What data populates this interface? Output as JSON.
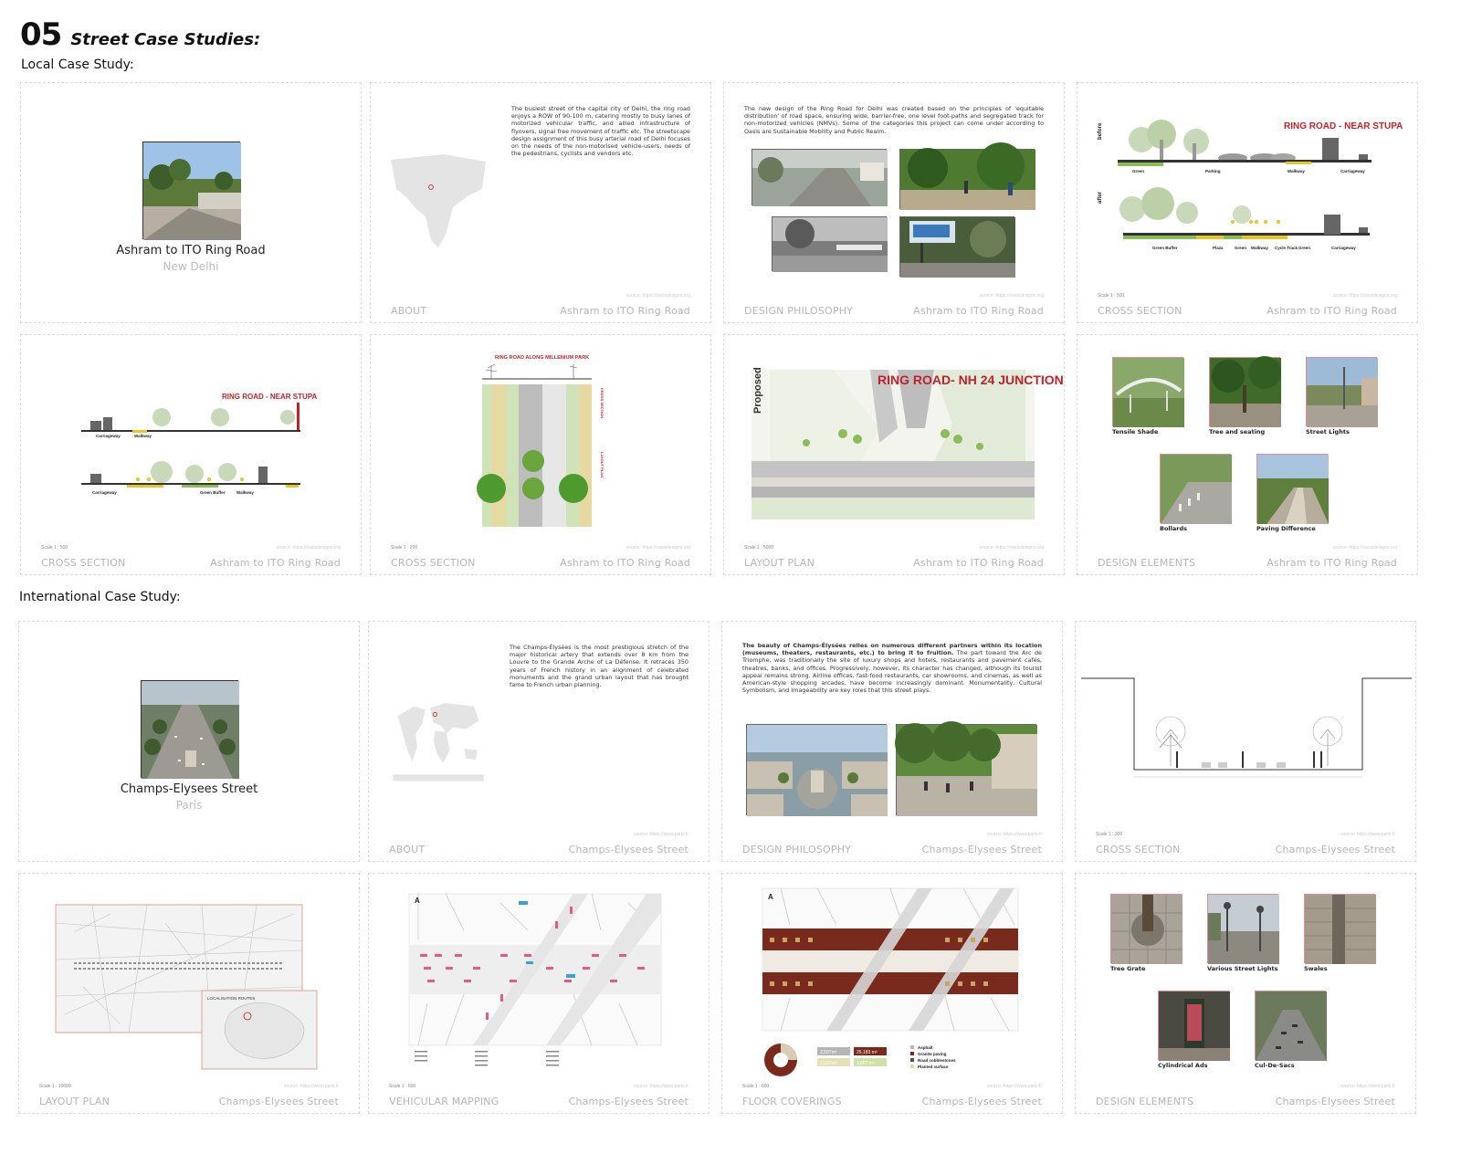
{
  "header": {
    "number": "05",
    "title": "Street Case Studies:"
  },
  "sections": {
    "local": "Local Case Study:",
    "international": "International Case Study:"
  },
  "local": {
    "street": "Ashram to ITO Ring Road",
    "city": "New Delhi",
    "about_label": "ABOUT",
    "about_text": "The busiest street of the capital city of Delhi, the ring road enjoys a ROW of 90-100 m, catering mostly to busy lanes of motorized vehicular traffic, and allied infrastructure of flyovers, signal free movement of traffic etc. The streetscape design assignment of this busy arterial road of Delhi focuses on the needs of the non-motorised vehicle-users, needs of the pedestrians, cyclists and vendors etc.",
    "philosophy_label": "DESIGN PHILOSOPHY",
    "philosophy_text": "The new design of the Ring Road for Delhi was created based on the principles of 'equitable distribution' of road space, ensuring wide, barrier-free, one level foot-paths and segregated track for non-motorized vehicles (NMVs). Some of the categories this project can come under according to Oasis are Sustainable Mobility and Public Realm.",
    "cross_section_label": "CROSS SECTION",
    "layout_plan_label": "LAYOUT PLAN",
    "design_elements_label": "DESIGN ELEMENTS",
    "section1_title": "RING ROAD - NEAR STUPA",
    "section2_title": "RING ROAD - NEAR STUPA",
    "section3_title": "RING ROAD ALONG MILLENIUM PARK",
    "layout_title": "RING ROAD- NH 24 JUNCTION",
    "layout_side": "Proposed",
    "before": "before",
    "after": "after",
    "labels_before": [
      "Green",
      "Parking",
      "Walkway",
      "Carriageway"
    ],
    "labels_after": [
      "Green Buffer",
      "Plaza",
      "Green",
      "Walkway",
      "Cycle Track",
      "Green",
      "Carriageway"
    ],
    "scale_500": "Scale 1 : 500",
    "scale_200": "Scale 1 : 200",
    "scale_5000": "Scale 1 : 5000",
    "source": "source: https://oasisdesigns.org",
    "elements": [
      "Tensile Shade",
      "Tree and seating",
      "Street Lights",
      "Bollards",
      "Paving Difference"
    ]
  },
  "intl": {
    "street": "Champs-Elysees Street",
    "city": "Paris",
    "about_label": "ABOUT",
    "about_text": "The Champs-Élysées is the most prestigious stretch of the major historical artery that extends over 8 km from the Louvre to the Grande Arche of La Défense. It retraces 350 years of French history in an alignment of celebrated monuments and the grand urban layout that has brought fame to French urban planning.",
    "philosophy_label": "DESIGN PHILOSOPHY",
    "philosophy_lead": "The beauty of Champs-Élysées relies on numerous different partners within its location (museums, theaters, restaurants, etc.) to bring it to fruition.",
    "philosophy_text": "The part toward the Arc de Triomphe, was traditionally the site of luxury shops and hotels, restaurants and pavement cafés, theatres, banks, and offices. Progressively, however, its character has changed, although its tourist appeal remains strong. Airline offices, fast-food restaurants, car showrooms, and cinemas, as well as American-style shopping arcades, have become increasingly dominant. Monumentality, Cultural Symbolism, and Imageability are key roles that this street plays.",
    "cross_section_label": "CROSS SECTION",
    "layout_plan_label": "LAYOUT PLAN",
    "vehicular_label": "VEHICULAR MAPPING",
    "floor_label": "FLOOR COVERINGS",
    "design_elements_label": "DESIGN ELEMENTS",
    "scale_300": "Scale 1 : 300",
    "scale_10000": "Scale 1 : 10000",
    "scale_600": "Scale 1 : 600",
    "source": "source: https://www.paris.fr",
    "localisation": "LOCALISATION ROUTES",
    "floor_values": [
      "2,597m²",
      "25,183 m²",
      "2,697m²",
      "3,667 m²"
    ],
    "floor_legend": [
      "Asphalt",
      "Granite paving",
      "Road cobblestones",
      "Planted surface"
    ],
    "elements": [
      "Tree Grate",
      "Various Street Lights",
      "Swales",
      "Cylindrical Ads",
      "Cul-De-Sacs"
    ],
    "map_letter": "A"
  },
  "colors": {
    "accent_red": "#c0222b",
    "tree_green": "#8dbb5a",
    "paving_brown": "#7a2a1c",
    "vehicle_pink": "#e05a8c",
    "bus_blue": "#3aa0d8"
  }
}
